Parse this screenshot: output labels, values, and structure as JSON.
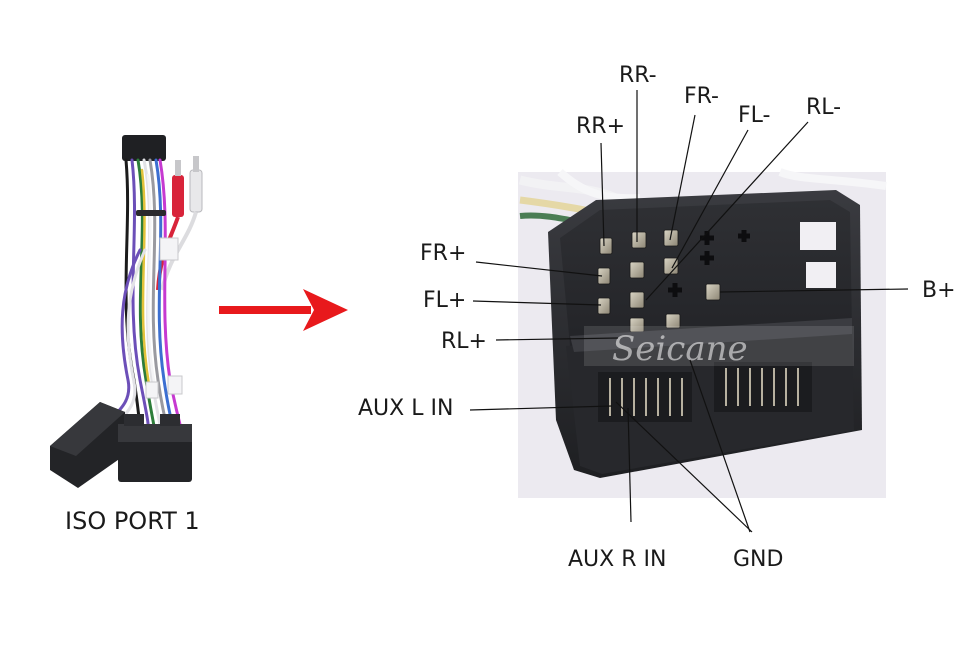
{
  "left_caption": "ISO PORT 1",
  "watermark": "Seicane",
  "pins": {
    "rr_minus": "RR-",
    "fr_minus": "FR-",
    "fl_minus": "FL-",
    "rl_minus": "RL-",
    "rr_plus": "RR+",
    "fr_plus": "FR+",
    "fl_plus": "FL+",
    "rl_plus": "RL+",
    "b_plus": "B+",
    "aux_l_in": "AUX L IN",
    "aux_r_in": "AUX R IN",
    "gnd": "GND"
  },
  "colors": {
    "arrow": "#e8191c",
    "connector_body": "#2a2b2f",
    "photo_bg": "#eceaf0"
  }
}
